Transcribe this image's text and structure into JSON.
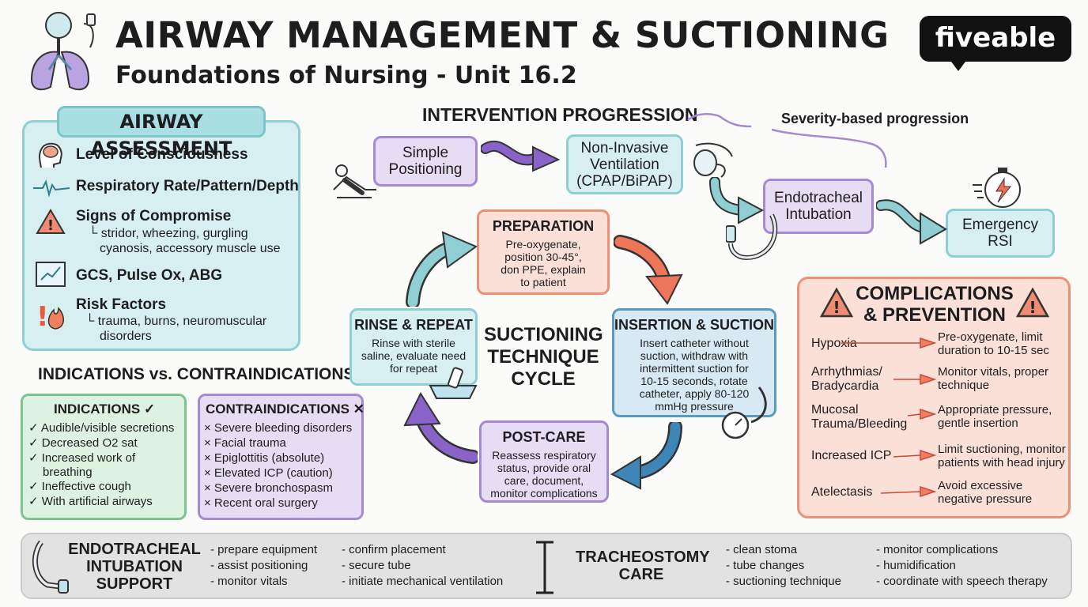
{
  "header": {
    "title": "AIRWAY MANAGEMENT & SUCTIONING",
    "subtitle": "Foundations of Nursing - Unit 16.2",
    "logo": "fiveable",
    "icon": "lungs-airway-icon"
  },
  "assessment": {
    "title": "AIRWAY ASSESSMENT",
    "items": [
      {
        "icon": "brain-head-icon",
        "label": "Level of Consciousness"
      },
      {
        "icon": "waveform-icon",
        "label": "Respiratory Rate/Pattern/Depth"
      },
      {
        "icon": "warning-triangle-icon",
        "label": "Signs of Compromise",
        "sub": [
          "stridor, wheezing, gurgling",
          "cyanosis, accessory muscle use"
        ]
      },
      {
        "icon": "monitor-chart-icon",
        "label": "GCS, Pulse Ox, ABG"
      },
      {
        "icon": "exclamation-fire-icon",
        "label": "Risk Factors",
        "sub": [
          "trauma, burns, neuromuscular",
          "disorders"
        ]
      }
    ]
  },
  "indications": {
    "heading": "INDICATIONS vs. CONTRAINDICATIONS",
    "ind_title": "INDICATIONS ✓",
    "ind_items": [
      "✓ Audible/visible secretions",
      "✓ Decreased O2 sat",
      "✓ Increased work of",
      "breathing",
      "✓ Ineffective cough",
      "✓ With artificial airways"
    ],
    "contra_title": "CONTRAINDICATIONS ✕",
    "contra_items": [
      "× Severe bleeding disorders",
      "× Facial trauma",
      "× Epiglottitis (absolute)",
      "× Elevated ICP (caution)",
      "× Severe bronchospasm",
      "× Recent oral surgery"
    ]
  },
  "progression": {
    "heading": "INTERVENTION PROGRESSION",
    "severity_label": "Severity-based progression",
    "steps": [
      {
        "lines": [
          "Simple",
          "Positioning"
        ]
      },
      {
        "lines": [
          "Non-Invasive",
          "Ventilation",
          "(CPAP/BiPAP)"
        ]
      },
      {
        "lines": [
          "Endotracheal",
          "Intubation"
        ]
      },
      {
        "lines": [
          "Emergency",
          "RSI"
        ]
      }
    ]
  },
  "cycle": {
    "center": [
      "SUCTIONING",
      "TECHNIQUE",
      "CYCLE"
    ],
    "preparation": {
      "title": "PREPARATION",
      "lines": [
        "Pre-oxygenate,",
        "position 30-45°,",
        "don PPE, explain",
        "to patient"
      ]
    },
    "insertion": {
      "title": "INSERTION & SUCTION",
      "lines": [
        "Insert catheter without",
        "suction, withdraw with",
        "intermittent suction for",
        "10-15 seconds, rotate",
        "catheter, apply 80-120",
        "mmHg pressure"
      ]
    },
    "post": {
      "title": "POST-CARE",
      "lines": [
        "Reassess respiratory",
        "status, provide oral",
        "care, document,",
        "monitor complications"
      ]
    },
    "rinse": {
      "title": "RINSE & REPEAT",
      "lines": [
        "Rinse with sterile",
        "saline, evaluate need",
        "for repeat"
      ]
    }
  },
  "complications": {
    "title": [
      "COMPLICATIONS",
      "& PREVENTION"
    ],
    "rows": [
      {
        "name": [
          "Hypoxia"
        ],
        "prevention": [
          "Pre-oxygenate, limit",
          "duration to 10-15 sec"
        ]
      },
      {
        "name": [
          "Arrhythmias/",
          "Bradycardia"
        ],
        "prevention": [
          "Monitor vitals, proper",
          "technique"
        ]
      },
      {
        "name": [
          "Mucosal",
          "Trauma/Bleeding"
        ],
        "prevention": [
          "Appropriate pressure,",
          "gentle insertion"
        ]
      },
      {
        "name": [
          "Increased ICP"
        ],
        "prevention": [
          "Limit suctioning, monitor",
          "patients with head injury"
        ]
      },
      {
        "name": [
          "Atelectasis"
        ],
        "prevention": [
          "Avoid excessive",
          "negative pressure"
        ]
      }
    ]
  },
  "bottom": {
    "ett_title": [
      "ENDOTRACHEAL",
      "INTUBATION",
      "SUPPORT"
    ],
    "ett_col1": [
      "- prepare equipment",
      "- assist positioning",
      "- monitor vitals"
    ],
    "ett_col2": [
      "- confirm placement",
      "- secure tube",
      "- initiate mechanical ventilation"
    ],
    "trach_title": [
      "TRACHEOSTOMY",
      "CARE"
    ],
    "trach_col1": [
      "- clean stoma",
      "- tube changes",
      "- suctioning technique"
    ],
    "trach_col2": [
      "- monitor complications",
      "- humidification",
      "- coordinate with speech therapy"
    ]
  },
  "colors": {
    "teal": "#d7eff1",
    "purple": "#e6dcf3",
    "coral": "#fbe0d7",
    "green": "#def2e2",
    "arrow_purple": "#8a63c9",
    "arrow_teal": "#8fcfd4",
    "arrow_coral": "#ee7658",
    "arrow_blue": "#3f86b8"
  }
}
